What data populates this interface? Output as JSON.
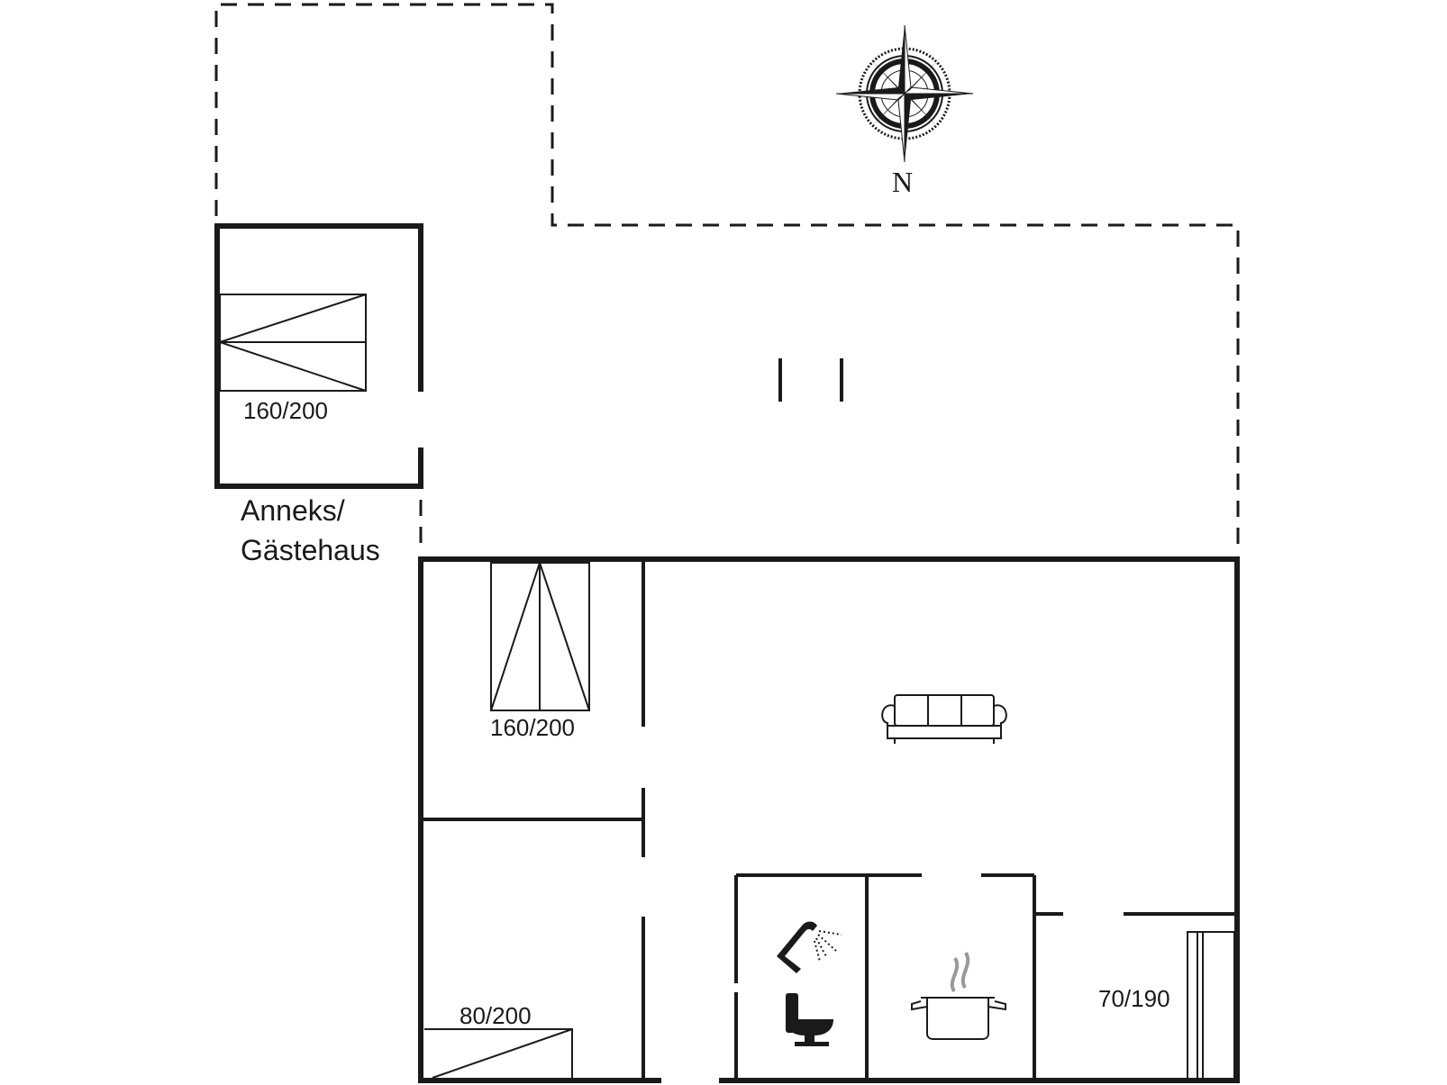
{
  "labels": {
    "annex_bed": "160/200",
    "annex_name_line1": "Anneks/",
    "annex_name_line2": "Gästehaus",
    "bedroom1_bed": "160/200",
    "bedroom2_bed": "80/200",
    "small_room_bed": "70/190",
    "north": "N"
  },
  "icons": [
    "compass-rose-icon",
    "sofa-icon",
    "shower-icon",
    "toilet-icon",
    "cooking-pot-icon",
    "bed-icon"
  ]
}
